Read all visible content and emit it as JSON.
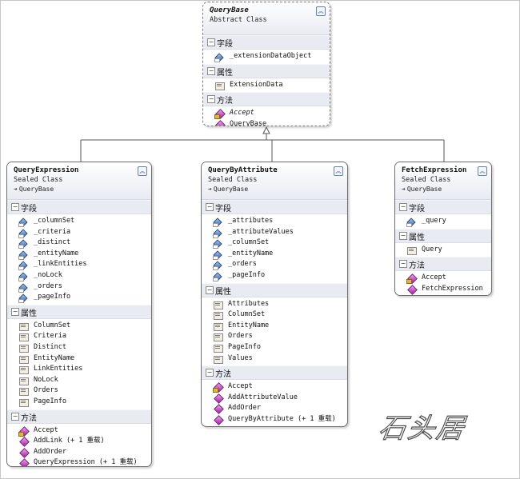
{
  "classes": [
    {
      "id": "QueryBase",
      "name": "QueryBase",
      "kind": "Abstract Class",
      "base": "",
      "sections": [
        {
          "title": "字段",
          "items": [
            {
              "name": "_extensionDataObject",
              "icon": "field-icon"
            }
          ]
        },
        {
          "title": "属性",
          "items": [
            {
              "name": "ExtensionData",
              "icon": "property-icon"
            }
          ]
        },
        {
          "title": "方法",
          "items": [
            {
              "name": "Accept",
              "icon": "protected-method-icon",
              "italic": true
            },
            {
              "name": "QueryBase",
              "icon": "internal-method-icon"
            }
          ]
        }
      ]
    },
    {
      "id": "QueryExpression",
      "name": "QueryExpression",
      "kind": "Sealed Class",
      "base": "QueryBase",
      "sections": [
        {
          "title": "字段",
          "items": [
            {
              "name": "_columnSet",
              "icon": "field-icon"
            },
            {
              "name": "_criteria",
              "icon": "field-icon"
            },
            {
              "name": "_distinct",
              "icon": "field-icon"
            },
            {
              "name": "_entityName",
              "icon": "field-icon"
            },
            {
              "name": "_linkEntities",
              "icon": "field-icon"
            },
            {
              "name": "_noLock",
              "icon": "field-icon"
            },
            {
              "name": "_orders",
              "icon": "field-icon"
            },
            {
              "name": "_pageInfo",
              "icon": "field-icon"
            }
          ]
        },
        {
          "title": "属性",
          "items": [
            {
              "name": "ColumnSet",
              "icon": "property-icon"
            },
            {
              "name": "Criteria",
              "icon": "property-icon"
            },
            {
              "name": "Distinct",
              "icon": "property-icon"
            },
            {
              "name": "EntityName",
              "icon": "property-icon"
            },
            {
              "name": "LinkEntities",
              "icon": "property-icon"
            },
            {
              "name": "NoLock",
              "icon": "property-icon"
            },
            {
              "name": "Orders",
              "icon": "property-icon"
            },
            {
              "name": "PageInfo",
              "icon": "property-icon"
            }
          ]
        },
        {
          "title": "方法",
          "items": [
            {
              "name": "Accept",
              "icon": "protected-method-icon"
            },
            {
              "name": "AddLink (+ 1 重载)",
              "icon": "method-icon"
            },
            {
              "name": "AddOrder",
              "icon": "method-icon"
            },
            {
              "name": "QueryExpression (+ 1 重载)",
              "icon": "method-icon"
            }
          ]
        }
      ]
    },
    {
      "id": "QueryByAttribute",
      "name": "QueryByAttribute",
      "kind": "Sealed Class",
      "base": "QueryBase",
      "sections": [
        {
          "title": "字段",
          "items": [
            {
              "name": "_attributes",
              "icon": "field-icon"
            },
            {
              "name": "_attributeValues",
              "icon": "field-icon"
            },
            {
              "name": "_columnSet",
              "icon": "field-icon"
            },
            {
              "name": "_entityName",
              "icon": "field-icon"
            },
            {
              "name": "_orders",
              "icon": "field-icon"
            },
            {
              "name": "_pageInfo",
              "icon": "field-icon"
            }
          ]
        },
        {
          "title": "属性",
          "items": [
            {
              "name": "Attributes",
              "icon": "property-icon"
            },
            {
              "name": "ColumnSet",
              "icon": "property-icon"
            },
            {
              "name": "EntityName",
              "icon": "property-icon"
            },
            {
              "name": "Orders",
              "icon": "property-icon"
            },
            {
              "name": "PageInfo",
              "icon": "property-icon"
            },
            {
              "name": "Values",
              "icon": "property-icon"
            }
          ]
        },
        {
          "title": "方法",
          "items": [
            {
              "name": "Accept",
              "icon": "protected-method-icon"
            },
            {
              "name": "AddAttributeValue",
              "icon": "method-icon"
            },
            {
              "name": "AddOrder",
              "icon": "method-icon"
            },
            {
              "name": "QueryByAttribute (+ 1 重载)",
              "icon": "method-icon"
            }
          ]
        }
      ]
    },
    {
      "id": "FetchExpression",
      "name": "FetchExpression",
      "kind": "Sealed Class",
      "base": "QueryBase",
      "sections": [
        {
          "title": "字段",
          "items": [
            {
              "name": "_query",
              "icon": "field-icon"
            }
          ]
        },
        {
          "title": "属性",
          "items": [
            {
              "name": "Query",
              "icon": "property-icon"
            }
          ]
        },
        {
          "title": "方法",
          "items": [
            {
              "name": "Accept",
              "icon": "protected-method-icon"
            },
            {
              "name": "FetchExpression",
              "icon": "method-icon"
            }
          ]
        }
      ]
    }
  ],
  "watermark": "石头居",
  "collapse_glyph": "︽",
  "section_toggle_glyph": "−",
  "base_arrow_glyph": "➔"
}
